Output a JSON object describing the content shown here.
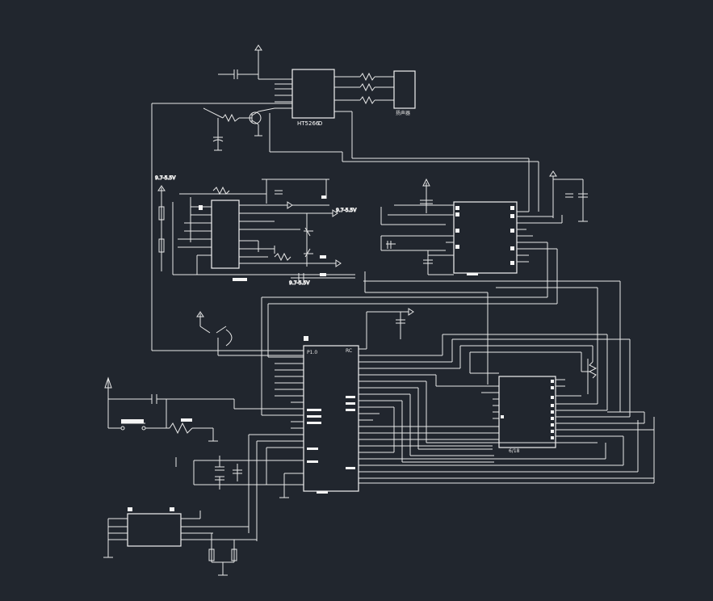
{
  "colors": {
    "background": "#21262e",
    "wire": "#e8e8e8"
  },
  "labels": {
    "ic_top_name": "HT5266",
    "ic_top_suffix": "D",
    "speaker": "扬声器",
    "power_a": "9.7-5.5V",
    "power_b": "9.7-5.5V",
    "power_c": "9.7-5.5V",
    "ic_right": "6/18",
    "mcu_top": "RC",
    "mcu_port": "P1.0"
  }
}
